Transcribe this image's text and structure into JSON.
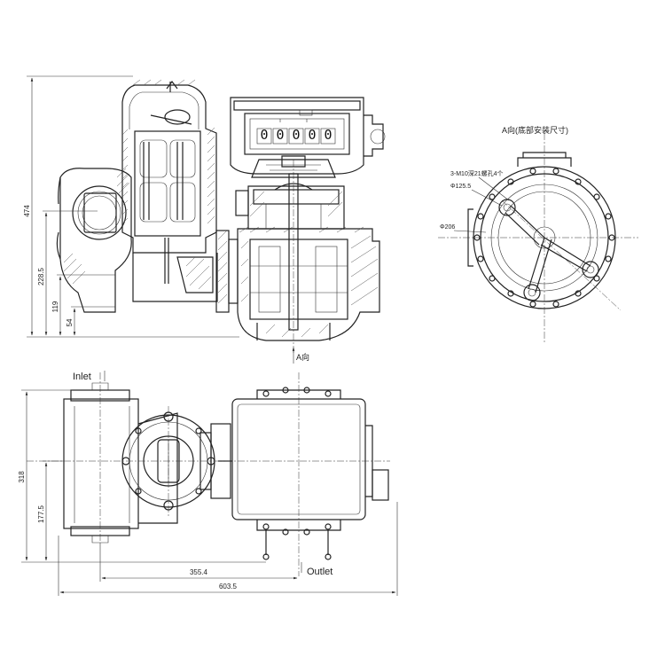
{
  "front_view": {
    "dims": {
      "overall_height": "474",
      "center_height": "228.5",
      "flange_height": "119",
      "base_height": "54"
    },
    "counter_digits": [
      "0",
      "0",
      "0",
      "0",
      "0"
    ],
    "arrow_label": "A向"
  },
  "bottom_view": {
    "title": "A向(底部安装尺寸)",
    "bolt_note": "3-M10深21螺孔4个",
    "bolt_circle": "Φ125.5",
    "outer_circle": "Φ206"
  },
  "plan_view": {
    "inlet_label": "Inlet",
    "outlet_label": "Outlet",
    "dims": {
      "overall_width": "318",
      "half_width": "177.5",
      "center_distance": "355.4",
      "overall_length": "603.5"
    }
  }
}
